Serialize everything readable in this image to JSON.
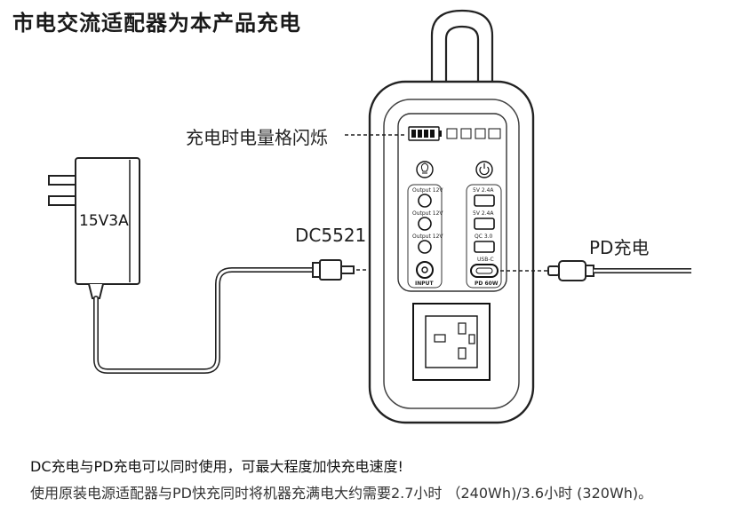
{
  "title": "市电交流适配器为本产品充电",
  "callouts": {
    "battery_flash": "充电时电量格闪烁",
    "dc_connector": "DC5521",
    "pd_cable": "PD充电"
  },
  "adapter": {
    "label": "15V3A"
  },
  "station": {
    "left_ports": [
      "Output 12V",
      "Output 12V",
      "Output 12V"
    ],
    "input_label": "INPUT",
    "usb_ports": [
      "5V 2.4A",
      "5V 2.4A",
      "QC 3.0"
    ],
    "usb_c_label": "USB-C",
    "pd_label": "PD 60W"
  },
  "notes": {
    "headline": "DC充电与PD充电可以同时使用，可最大程度加快充电速度!",
    "detail": "使用原装电源适配器与PD快充同时将机器充满电大约需要2.7小时 （240Wh)/3.6小时 (320Wh)。"
  }
}
